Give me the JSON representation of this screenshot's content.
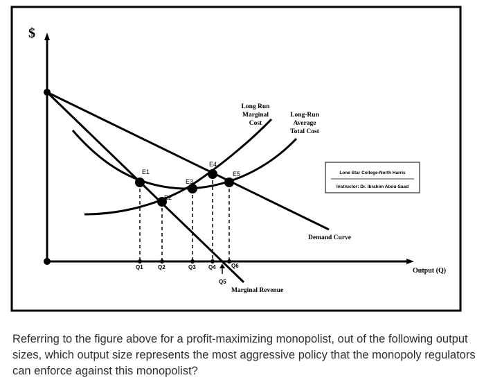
{
  "figure": {
    "y_axis_label": "$",
    "x_axis_label": "Output (Q)",
    "curves": {
      "lrmc": [
        "Long Run",
        "Marginal",
        "Cost"
      ],
      "lrac": [
        "Long-Run",
        "Average",
        "Total Cost"
      ],
      "demand": "Demand Curve",
      "mr": "Marginal Revenue"
    },
    "points": [
      "E1",
      "E2",
      "E3",
      "E4",
      "E5"
    ],
    "quantities": [
      "Q1",
      "Q2",
      "Q3",
      "Q4",
      "Q5",
      "Q6"
    ],
    "credit": {
      "line1": "Lone Star College-North Harris",
      "line2": "Instructor: Dr. Ibrahim Abou-Saad"
    }
  },
  "question": "Referring to the figure above for a profit-maximizing monopolist, out of the following output sizes, which output size represents the most aggressive policy that the monopoly regulators can enforce against this monopolist?"
}
